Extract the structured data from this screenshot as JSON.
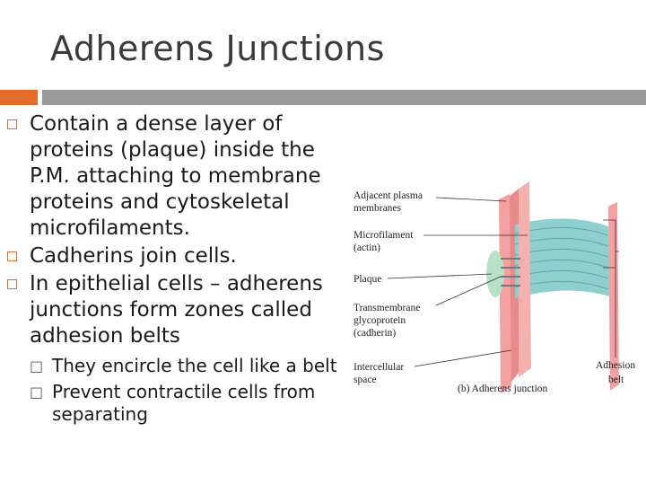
{
  "slide": {
    "title": "Adherens Junctions",
    "bullets": [
      "Contain a dense layer of proteins (plaque) inside the P.M. attaching to membrane proteins and cytoskeletal microfilaments.",
      "Cadherins join cells.",
      "In epithelial cells – adherens junctions form zones called adhesion belts"
    ],
    "sub_bullets": [
      "They encircle the cell like a belt",
      "Prevent contractile cells from separating"
    ],
    "sub_marker": "□"
  },
  "diagram": {
    "labels": {
      "adjacent_1": "Adjacent plasma",
      "adjacent_2": "membranes",
      "microfilament_1": "Microfilament",
      "microfilament_2": "(actin)",
      "plaque": "Plaque",
      "transmembrane_1": "Transmembrane",
      "transmembrane_2": "glycoprotein",
      "transmembrane_3": "(cadherin)",
      "intercellular_1": "Intercellular",
      "intercellular_2": "space",
      "adhesion_1": "Adhesion",
      "adhesion_2": "belt",
      "caption": "(b) Adherens junction"
    },
    "colors": {
      "accent": "#e46c2a",
      "bar": "#9a9a9a",
      "membrane": "#f2a0a0",
      "microfilament": "#8fd0cf"
    }
  }
}
